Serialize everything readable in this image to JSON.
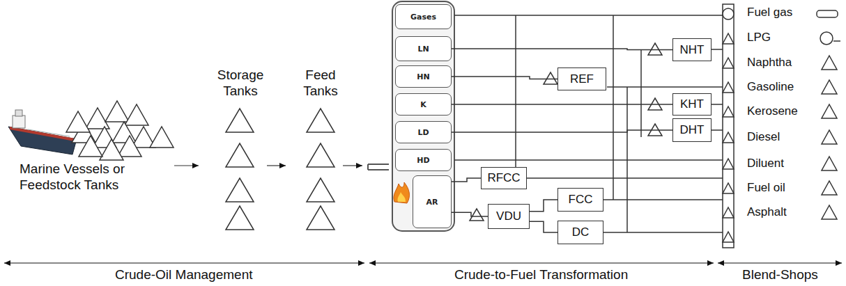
{
  "diagram": {
    "nodes": [
      {
        "text": [
          "Gases"
        ]
      },
      {
        "text": [
          "LN"
        ]
      },
      {
        "text": [
          "HN"
        ]
      },
      {
        "text": [
          "K"
        ]
      },
      {
        "text": [
          "LD"
        ]
      },
      {
        "text": [
          "HD"
        ]
      },
      {
        "text": [
          "AR"
        ]
      },
      {
        "text": [
          "NHT"
        ]
      },
      {
        "text": [
          "REF"
        ]
      },
      {
        "text": [
          "KHT"
        ]
      },
      {
        "text": [
          "DHT"
        ]
      },
      {
        "text": [
          "RFCC"
        ]
      },
      {
        "text": [
          "VDU"
        ]
      },
      {
        "text": [
          "FCC"
        ]
      },
      {
        "text": [
          "DC"
        ]
      }
    ],
    "edges": [
      {
        "from": 1,
        "to": 7,
        "arrow": "none"
      },
      {
        "from": 2,
        "to": 8,
        "arrow": "none"
      },
      {
        "from": 3,
        "to": 9,
        "arrow": "none"
      },
      {
        "from": 4,
        "to": 10,
        "arrow": "none"
      },
      {
        "from": 6,
        "to": 11,
        "arrow": "none"
      },
      {
        "from": 6,
        "to": 12,
        "arrow": "none"
      },
      {
        "from": 12,
        "to": 13,
        "arrow": "none"
      },
      {
        "from": 12,
        "to": 14,
        "arrow": "none"
      }
    ],
    "labels": [
      "Marine Vessels or Feedstock Tanks",
      "Storage Tanks",
      "Feed Tanks",
      "Fuel gas",
      "LPG",
      "Naphtha",
      "Gasoline",
      "Kerosene",
      "Diesel",
      "Diluent",
      "Fuel oil",
      "Asphalt",
      "Crude-Oil Management",
      "Crude-to-Fuel Transformation",
      "Blend-Shops"
    ]
  }
}
